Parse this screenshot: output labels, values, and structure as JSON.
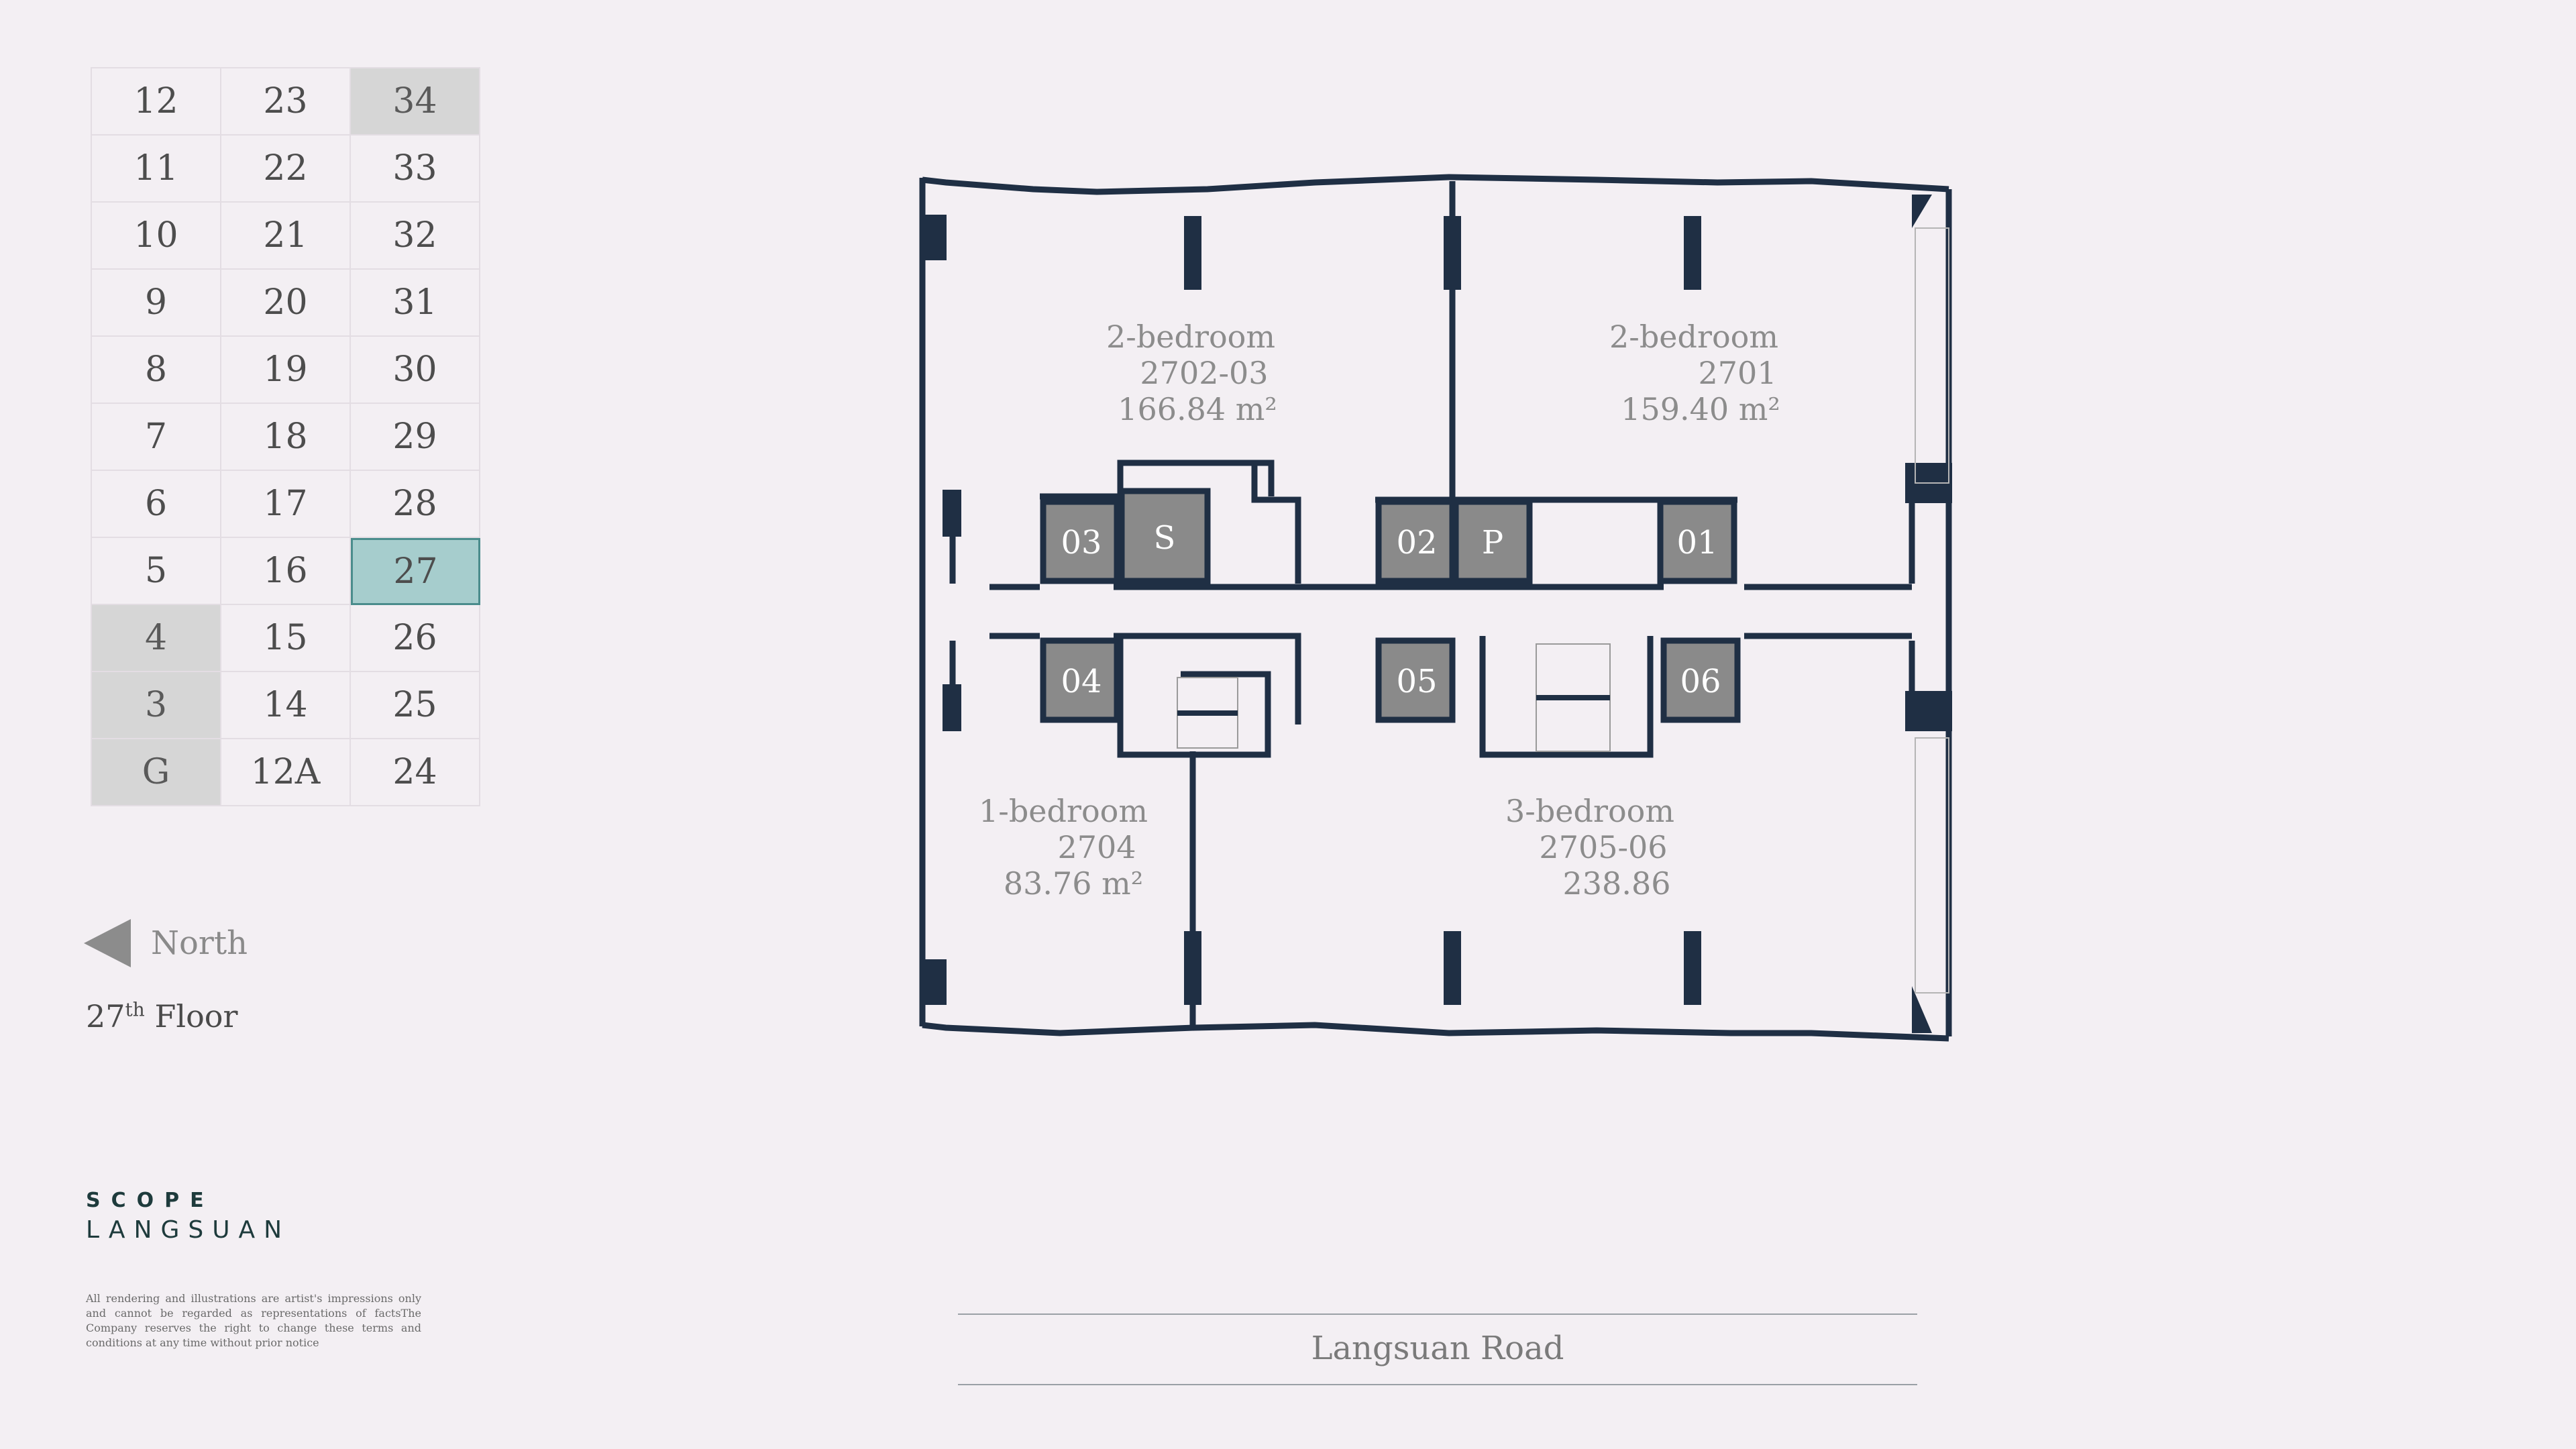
{
  "floor_selector": {
    "columns": [
      [
        "12",
        "11",
        "10",
        "9",
        "8",
        "7",
        "6",
        "5",
        "4",
        "3",
        "G"
      ],
      [
        "23",
        "22",
        "21",
        "20",
        "19",
        "18",
        "17",
        "16",
        "15",
        "14",
        "12A"
      ],
      [
        "34",
        "33",
        "32",
        "31",
        "30",
        "29",
        "28",
        "27",
        "26",
        "25",
        "24"
      ]
    ],
    "unavailable_floors": [
      "4",
      "3",
      "G",
      "34"
    ],
    "current_floor": "27",
    "colors": {
      "current": "#a6cdcd",
      "current_border": "#4a8c8c",
      "unavailable": "#d6d6d6"
    }
  },
  "compass": {
    "label": "North",
    "icon": "left-triangle-icon"
  },
  "floor_title": {
    "number": "27",
    "suffix": "th",
    "word": "Floor"
  },
  "brand": {
    "line1": "SCOPE",
    "line2": "LANGSUAN",
    "color": "#1e3b3c"
  },
  "disclaimer": "All rendering and illustrations are artist's impressions only and cannot be regarded as representations of factsThe Company reserves the right to change these terms and conditions at any time without prior notice",
  "plan": {
    "units": [
      {
        "type": "2-bedroom",
        "number": "2702-03",
        "area": "166.84 m²"
      },
      {
        "type": "2-bedroom",
        "number": "2701",
        "area": "159.40 m²"
      },
      {
        "type": "1-bedroom",
        "number": "2704",
        "area": "83.76 m²"
      },
      {
        "type": "3-bedroom",
        "number": "2705-06",
        "area": "238.86"
      }
    ],
    "core_labels": [
      "03",
      "S",
      "02",
      "P",
      "01",
      "04",
      "05",
      "06"
    ],
    "wall_color": "#1f2f44",
    "core_color": "#8a8a8a"
  },
  "road": {
    "label": "Langsuan Road"
  }
}
